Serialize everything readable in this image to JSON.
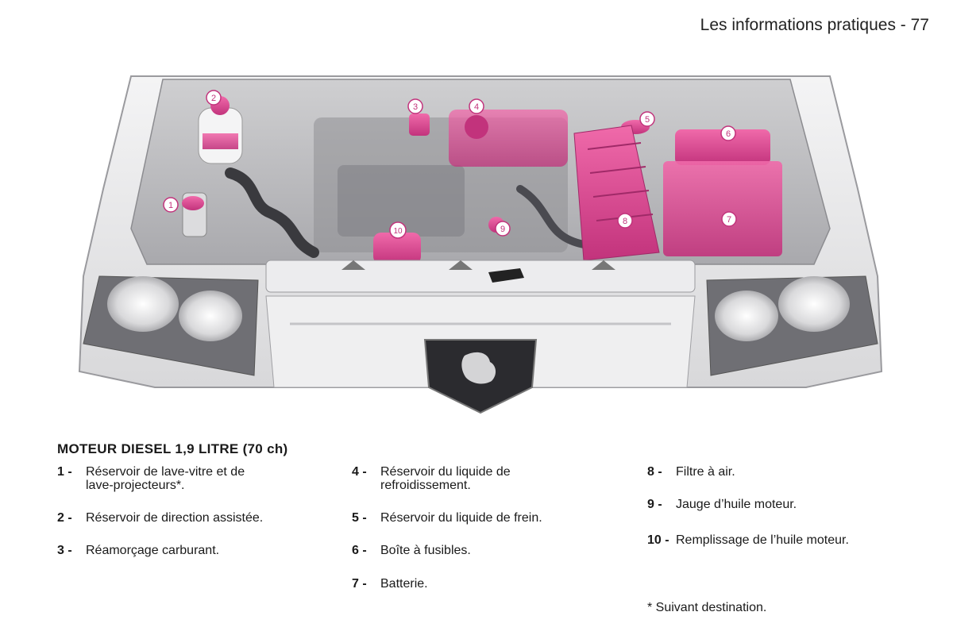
{
  "header": {
    "page_title": "Les informations pratiques - 77"
  },
  "illustration": {
    "callouts": [
      "1",
      "2",
      "3",
      "4",
      "5",
      "6",
      "7",
      "8",
      "9",
      "10"
    ],
    "accent_color": "#d63d8e",
    "body_color": "#e9e9ea",
    "emblem": "lion-emblem-icon"
  },
  "section_title": "MOTEUR DIESEL 1,9 LITRE (70 ch)",
  "legend": [
    {
      "num": "1 -",
      "line1": "Réservoir de lave-vitre et de",
      "line2": "lave-projecteurs*."
    },
    {
      "num": "2 -",
      "line1": "Réservoir de direction assistée.",
      "line2": ""
    },
    {
      "num": "3 -",
      "line1": "Réamorçage carburant.",
      "line2": ""
    },
    {
      "num": "4 -",
      "line1": "Réservoir du liquide de",
      "line2": "refroidissement."
    },
    {
      "num": "5 -",
      "line1": "Réservoir du liquide de frein.",
      "line2": ""
    },
    {
      "num": "6 -",
      "line1": "Boîte à fusibles.",
      "line2": ""
    },
    {
      "num": "7 -",
      "line1": "Batterie.",
      "line2": ""
    },
    {
      "num": "8 -",
      "line1": "Filtre à air.",
      "line2": ""
    },
    {
      "num": "9 -",
      "line1": "Jauge d’huile moteur.",
      "line2": ""
    },
    {
      "num": "10 -",
      "line1": "Remplissage de l’huile moteur.",
      "line2": ""
    }
  ],
  "footnote": "*  Suivant destination."
}
